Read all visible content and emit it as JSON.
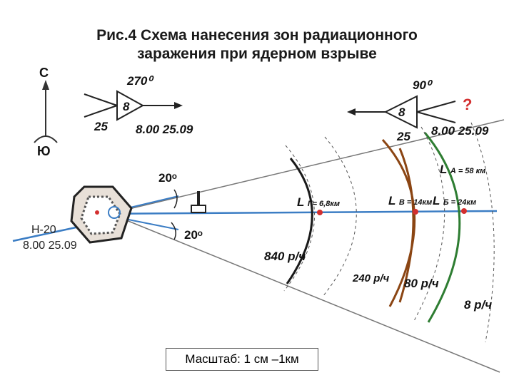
{
  "title": {
    "line1": "Рис.4  Схема нанесения зон радиационного",
    "line2": "заражения при ядерном взрыве"
  },
  "compass": {
    "north": "С",
    "south": "Ю"
  },
  "wind_left": {
    "direction": "270⁰",
    "speed": "8",
    "angle": "25",
    "time": "8.00  25.09"
  },
  "wind_right": {
    "direction": "90⁰",
    "speed": "8",
    "angle": "25",
    "time": "8.00  25.09",
    "question": "?"
  },
  "angles": {
    "top": "20ᵒ",
    "bottom": "20ᵒ"
  },
  "explosion": {
    "label": "Н-20",
    "time": "8.00  25.09"
  },
  "zones": {
    "g": {
      "letter": "L",
      "sub": "Г= 6,8км",
      "rate": "840 р/ч",
      "color": "#1a1a1a"
    },
    "v": {
      "letter": "L",
      "sub": "В = 14км",
      "rate": "240 р/ч",
      "color": "#8B4513"
    },
    "b": {
      "letter": "L",
      "sub": "Б = 24км",
      "rate": "80 р/ч",
      "color": "#2E7D32"
    },
    "a": {
      "letter": "L",
      "sub": "А = 58 км",
      "rate": "8 р/ч",
      "color": "#1565C0"
    }
  },
  "scale": "Масштаб: 1 см –1км",
  "colors": {
    "axis": "#3b7dc4",
    "zone_g": "#1a1a1a",
    "zone_v": "#8B4513",
    "zone_b": "#2E7D32",
    "marker": "#d32f2f"
  }
}
